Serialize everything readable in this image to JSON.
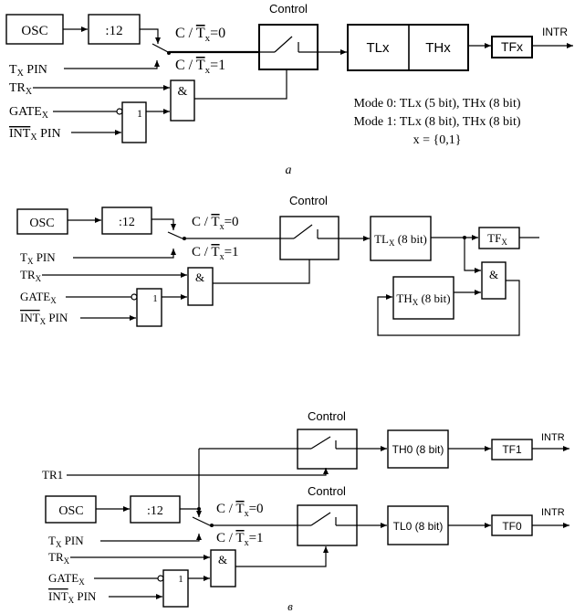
{
  "diagram_a": {
    "caption": "a",
    "osc": "OSC",
    "div": ":12",
    "control": "Control",
    "ct0_pre": "C / ",
    "ct0_t": "T",
    "ct0_sub": "x",
    "ct0_post": "=0",
    "ct1_pre": "C / ",
    "ct1_t": "T",
    "ct1_sub": "x",
    "ct1_post": "=1",
    "tx_pin": "T",
    "tx_pin_sub": "X",
    "tx_pin_post": " PIN",
    "trx": "TR",
    "trx_sub": "X",
    "gatex": "GATE",
    "gatex_sub": "X",
    "intx_over": "INT",
    "intx_sub": "X",
    "intx_post": " PIN",
    "and_label": "&",
    "not_label": "1",
    "tlx": "TLx",
    "thx": "THx",
    "tfx": "TFx",
    "intr": "INTR",
    "mode0": "Mode 0: TLx (5 bit), THx (8 bit)",
    "mode1": "Mode 1: TLx (8 bit), THx (8 bit)",
    "xset": "x = {0,1}"
  },
  "diagram_b": {
    "osc": "OSC",
    "div": ":12",
    "control": "Control",
    "ct0_pre": "C / ",
    "ct0_t": "T",
    "ct0_sub": "x",
    "ct0_post": "=0",
    "ct1_pre": "C / ",
    "ct1_t": "T",
    "ct1_sub": "x",
    "ct1_post": "=1",
    "tx_pin": "T",
    "tx_pin_sub": "X",
    "tx_pin_post": " PIN",
    "trx": "TR",
    "trx_sub": "X",
    "gatex": "GATE",
    "gatex_sub": "X",
    "intx_over": "INT",
    "intx_sub": "X",
    "intx_post": " PIN",
    "and_label": "&",
    "not_label": "1",
    "tl_pre": "TL",
    "tl_sub": "X",
    "tl_post": " (8 bit)",
    "th_pre": "TH",
    "th_sub": "X",
    "th_post": " (8 bit)",
    "tf_pre": "TF",
    "tf_sub": "X",
    "and2_label": "&"
  },
  "diagram_c": {
    "caption": "в",
    "osc": "OSC",
    "div": ":12",
    "control_top": "Control",
    "control_bottom": "Control",
    "tr1": "TR1",
    "th0": "TH0 (8 bit)",
    "tl0": "TL0 (8 bit)",
    "tf1": "TF1",
    "tf0": "TF0",
    "intr_top": "INTR",
    "intr_bottom": "INTR",
    "ct0_pre": "C / ",
    "ct0_t": "T",
    "ct0_sub": "x",
    "ct0_post": "=0",
    "ct1_pre": "C / ",
    "ct1_t": "T",
    "ct1_sub": "x",
    "ct1_post": "=1",
    "tx_pin": "T",
    "tx_pin_sub": "X",
    "tx_pin_post": " PIN",
    "trx": "TR",
    "trx_sub": "X",
    "gatex": "GATE",
    "gatex_sub": "X",
    "intx_over": "INT",
    "intx_sub": "X",
    "intx_post": " PIN",
    "and_label": "&",
    "not_label": "1"
  }
}
